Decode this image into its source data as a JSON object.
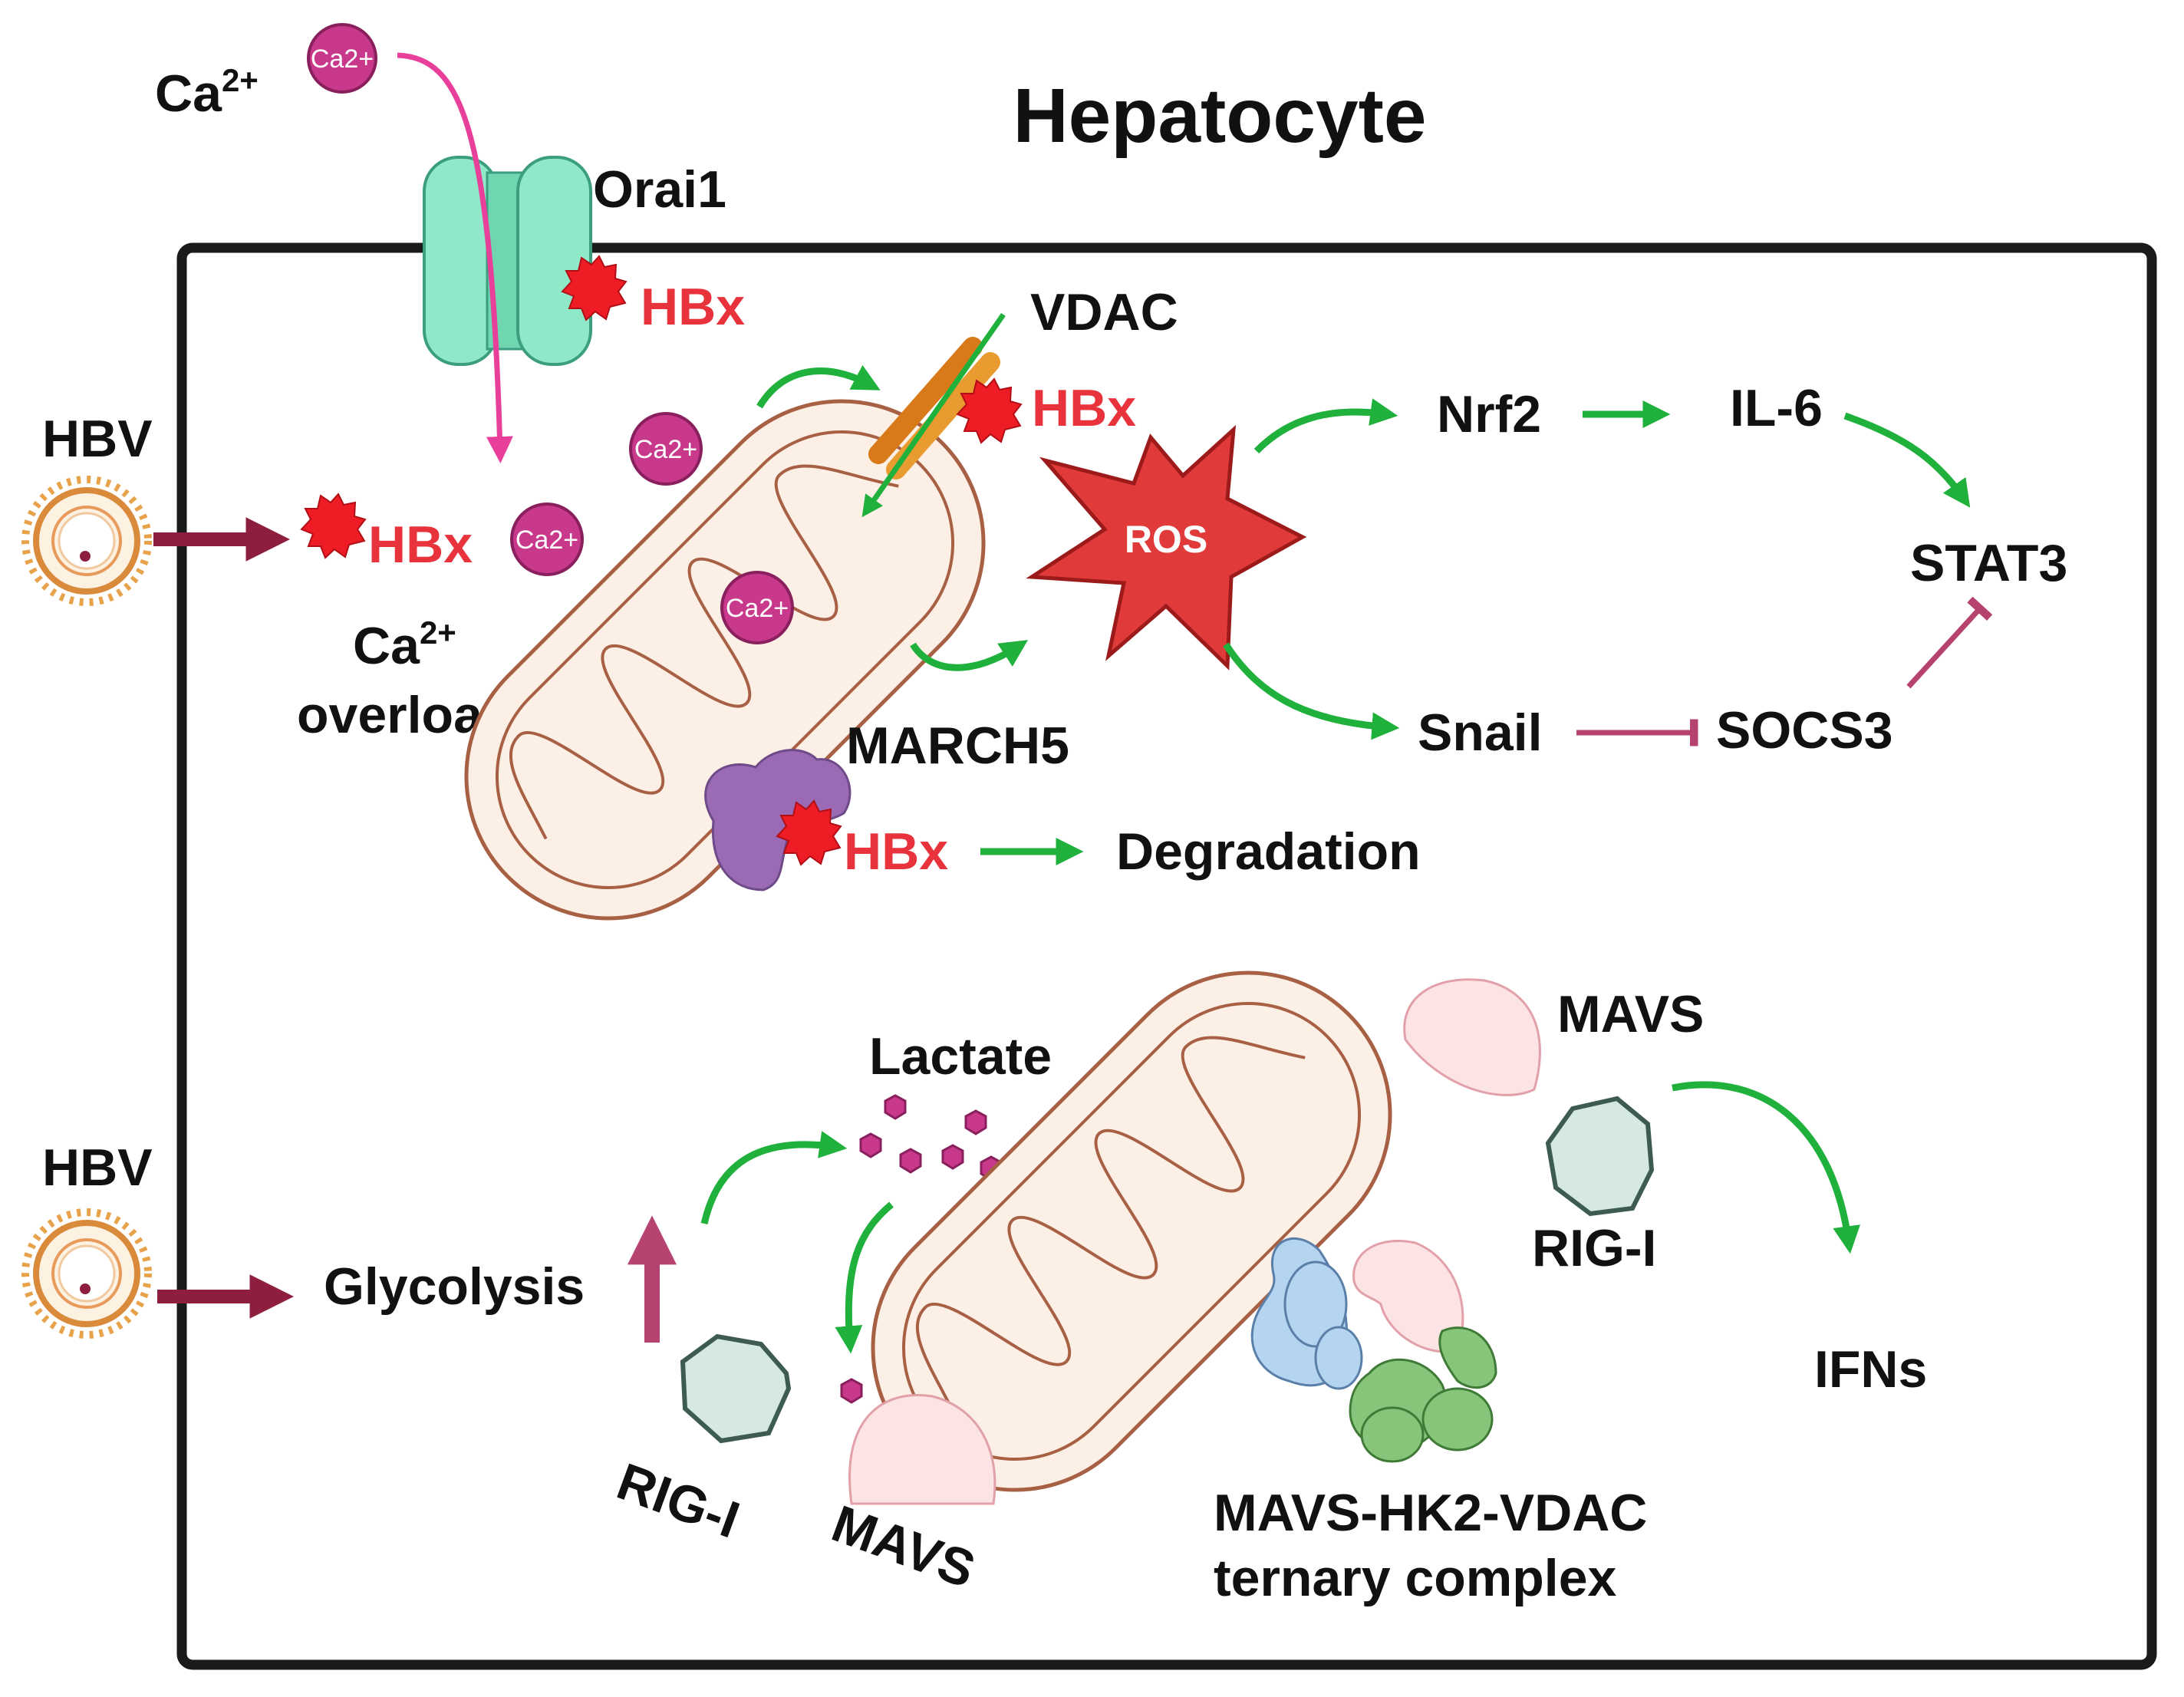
{
  "title": "Hepatocyte",
  "colors": {
    "activation_arrow": "#1fb13b",
    "inhibition": "#b5426f",
    "hbv_arrow": "#8e1e3e",
    "hbx": "#ee1c25",
    "calcium": "#c8398c",
    "orai1": "#8fe8c7",
    "mitochondrion_fill": "#fcefe6",
    "mitochondrion_stroke": "#a86044",
    "mavs": "#fde4e4",
    "rig_i": "#d5e8e3",
    "ros": "#e03a3a"
  },
  "labels": {
    "ca_outside": "Ca",
    "ca_sup": "2+",
    "ca_ion": "Ca2+",
    "orai1": "Orai1",
    "hbx_orai": "HBx",
    "vdac": "VDAC",
    "hbx_vdac": "HBx",
    "hbv_top": "HBV",
    "hbx_entry": "HBx",
    "ca_overload_line1": "Ca",
    "ca_overload_sup": "2+",
    "ca_overload_line2": "overload",
    "ros": "ROS",
    "nrf2": "Nrf2",
    "il6": "IL-6",
    "stat3": "STAT3",
    "snail": "Snail",
    "socs3": "SOCS3",
    "march5": "MARCH5",
    "hbx_march": "HBx",
    "degradation": "Degradation",
    "hbv_bottom": "HBV",
    "glycolysis": "Glycolysis",
    "lactate": "Lactate",
    "mavs_top": "MAVS",
    "rig_i_right": "RIG-I",
    "ifns": "IFNs",
    "rig_i_left": "RIG-I",
    "mavs_left": "MAVS",
    "complex_line1": "MAVS-HK2-VDAC",
    "complex_line2": "ternary complex"
  }
}
